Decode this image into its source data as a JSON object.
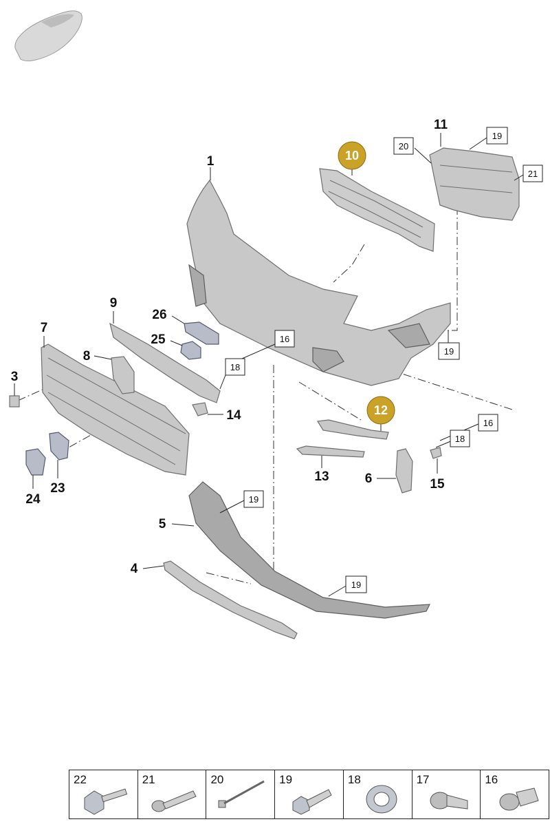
{
  "parts": [
    {
      "id": "p1",
      "label": "1"
    },
    {
      "id": "p3",
      "label": "3"
    },
    {
      "id": "p4",
      "label": "4"
    },
    {
      "id": "p5",
      "label": "5"
    },
    {
      "id": "p6",
      "label": "6"
    },
    {
      "id": "p7",
      "label": "7"
    },
    {
      "id": "p8",
      "label": "8"
    },
    {
      "id": "p9",
      "label": "9"
    },
    {
      "id": "p11",
      "label": "11"
    },
    {
      "id": "p13",
      "label": "13"
    },
    {
      "id": "p14",
      "label": "14"
    },
    {
      "id": "p15",
      "label": "15"
    },
    {
      "id": "p23",
      "label": "23"
    },
    {
      "id": "p24",
      "label": "24"
    },
    {
      "id": "p25",
      "label": "25"
    },
    {
      "id": "p26",
      "label": "26"
    }
  ],
  "highlighted": [
    {
      "id": "h10",
      "label": "10"
    },
    {
      "id": "h12",
      "label": "12"
    }
  ],
  "boxed": [
    {
      "id": "b20",
      "label": "20"
    },
    {
      "id": "b19a",
      "label": "19"
    },
    {
      "id": "b21",
      "label": "21"
    },
    {
      "id": "b16a",
      "label": "16"
    },
    {
      "id": "b18a",
      "label": "18"
    },
    {
      "id": "b19b",
      "label": "19"
    },
    {
      "id": "b16b",
      "label": "16"
    },
    {
      "id": "b18b",
      "label": "18"
    },
    {
      "id": "b19c",
      "label": "19"
    },
    {
      "id": "b19d",
      "label": "19"
    }
  ],
  "legend": [
    {
      "num": "22",
      "icon": "plastic-nut-icon"
    },
    {
      "num": "21",
      "icon": "expansion-rivet-icon"
    },
    {
      "num": "20",
      "icon": "pin-clip-icon"
    },
    {
      "num": "19",
      "icon": "screw-icon"
    },
    {
      "num": "18",
      "icon": "nut-icon"
    },
    {
      "num": "17",
      "icon": "sensor-icon"
    },
    {
      "num": "16",
      "icon": "sensor-holder-icon"
    }
  ],
  "colors": {
    "highlight": "#c9a227",
    "part_fill": "#c8c8c8",
    "part_stroke": "#6e6e6e"
  }
}
